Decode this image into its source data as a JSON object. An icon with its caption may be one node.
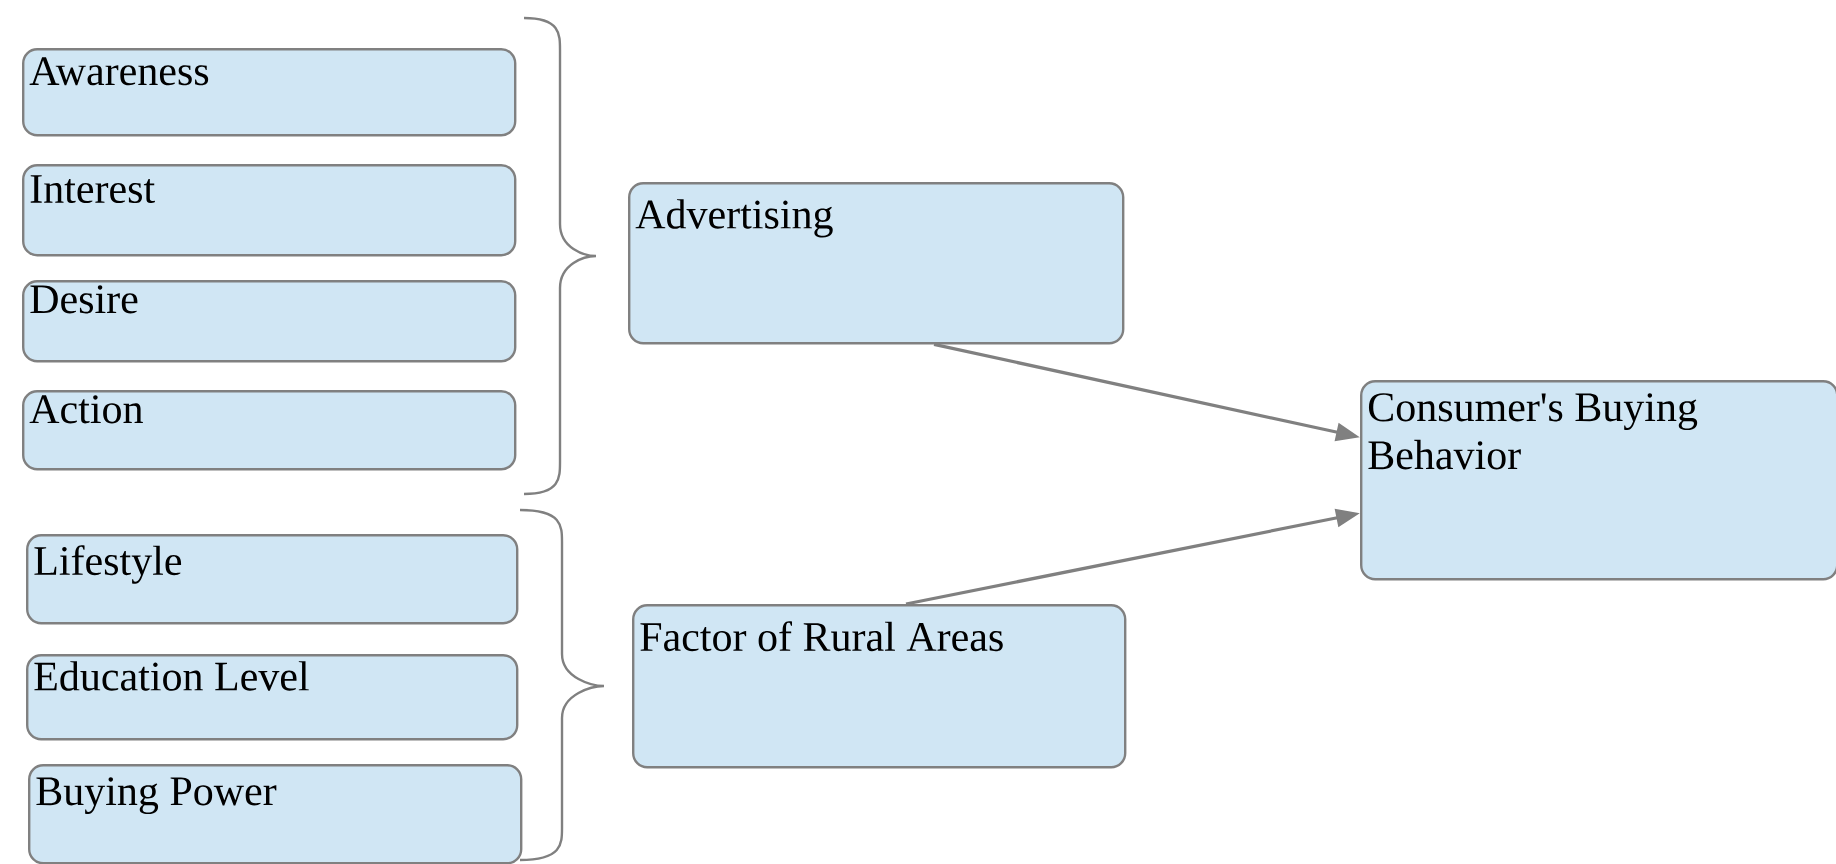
{
  "diagram": {
    "nodes": [
      {
        "text": [
          "Awareness"
        ]
      },
      {
        "text": [
          "Interest"
        ]
      },
      {
        "text": [
          "Desire"
        ]
      },
      {
        "text": [
          "Action"
        ]
      },
      {
        "text": [
          "Lifestyle"
        ]
      },
      {
        "text": [
          "Education Level"
        ]
      },
      {
        "text": [
          "Buying Power"
        ]
      },
      {
        "text": [
          "Advertising"
        ]
      },
      {
        "text": [
          "Factor of Rural Areas"
        ]
      },
      {
        "text": [
          "Consumer's Buying Behavior"
        ]
      }
    ],
    "edges": [
      {
        "from": 7,
        "to": 9,
        "arrow": "to"
      },
      {
        "from": 8,
        "to": 9,
        "arrow": "to"
      }
    ]
  }
}
